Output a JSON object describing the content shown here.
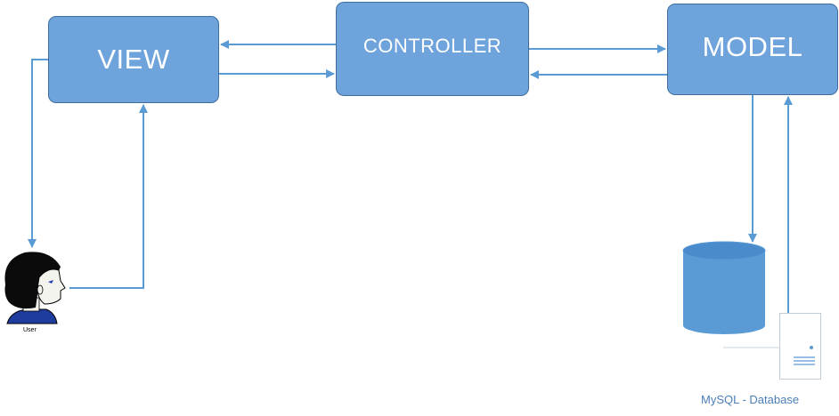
{
  "boxes": {
    "view": "VIEW",
    "controller": "CONTROLLER",
    "model": "MODEL"
  },
  "user": {
    "label": "User"
  },
  "database": {
    "label": "MySQL - Database"
  },
  "colors": {
    "box_fill": "#6ea3dc",
    "box_border": "#3f6e9e",
    "arrow": "#5b9bd5",
    "cylinder": "#5b9bd5",
    "caption": "#4a7fb8"
  },
  "icons": [
    "user-icon",
    "database-cylinder-icon",
    "server-icon"
  ]
}
